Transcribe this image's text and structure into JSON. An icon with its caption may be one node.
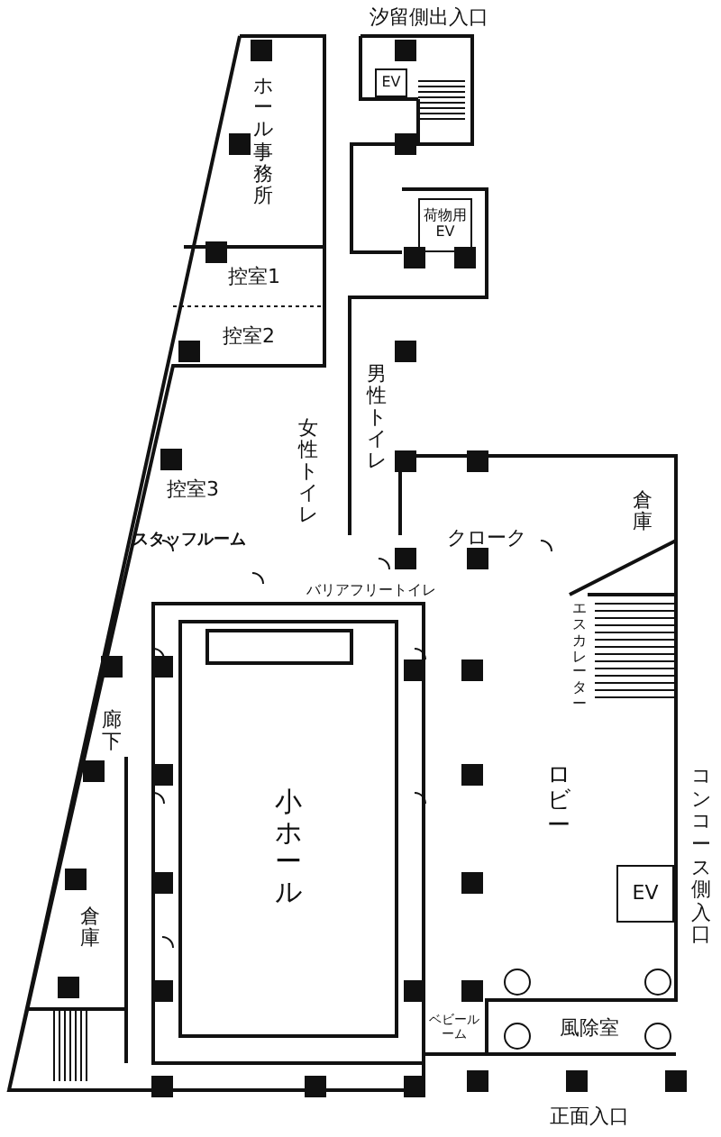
{
  "diagram": {
    "nodes": [
      {
        "text": [
          "ホール事務所"
        ]
      },
      {
        "text": [
          "EV"
        ]
      },
      {
        "text": [
          "荷物用EV"
        ]
      },
      {
        "text": [
          "控室1"
        ]
      },
      {
        "text": [
          "控室2"
        ]
      },
      {
        "text": [
          "女性トイレ"
        ]
      },
      {
        "text": [
          "男性トイレ"
        ]
      },
      {
        "text": [
          "控室3"
        ]
      },
      {
        "text": [
          "クローク"
        ]
      },
      {
        "text": [
          "倉庫"
        ]
      },
      {
        "text": [
          "スタッフルーム"
        ]
      },
      {
        "text": [
          "エスカレーター"
        ]
      },
      {
        "text": [
          "廊下"
        ]
      },
      {
        "text": [
          "小ホール"
        ]
      },
      {
        "text": [
          "ロビー"
        ]
      },
      {
        "text": [
          "EV"
        ]
      },
      {
        "text": [
          "倉庫"
        ]
      },
      {
        "text": [
          "ベビールーム"
        ]
      },
      {
        "text": [
          "風除室"
        ]
      }
    ],
    "edges": [],
    "labels": [
      "汐留側出入口",
      "バリアフリートイレ",
      "コンコース側入口",
      "正面入口"
    ]
  }
}
